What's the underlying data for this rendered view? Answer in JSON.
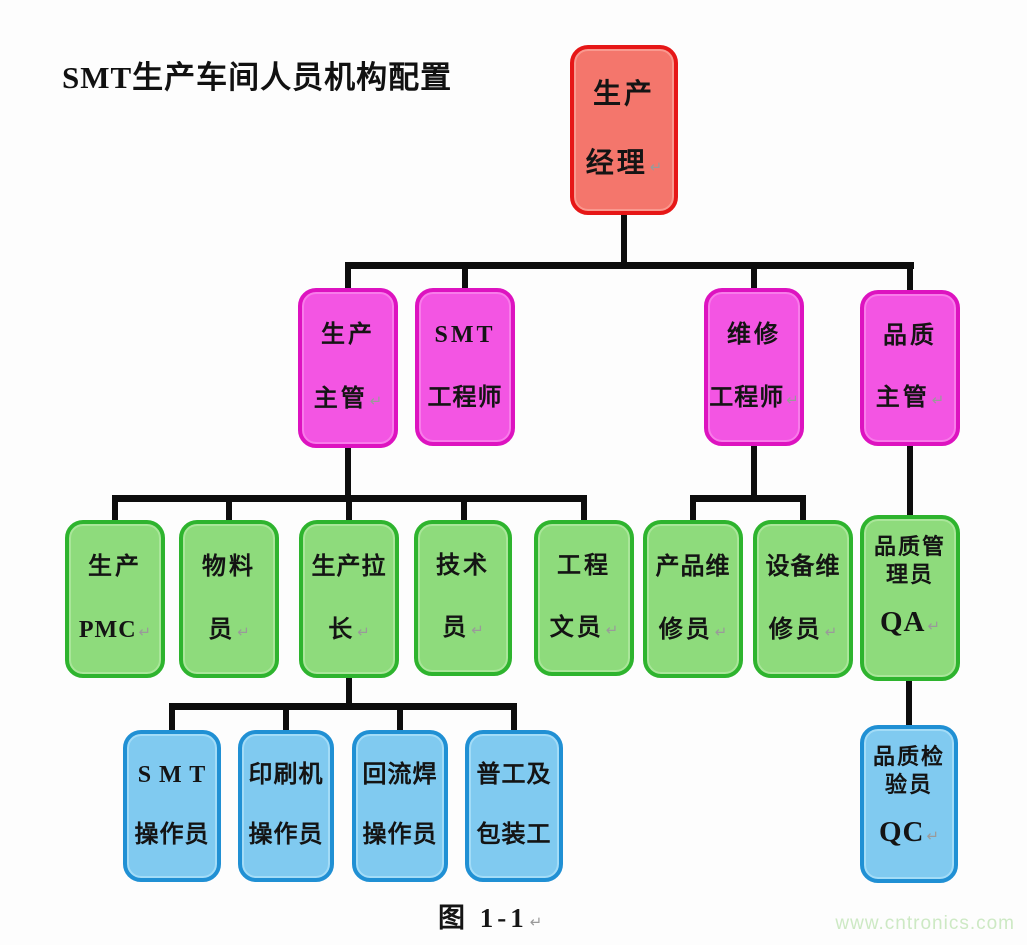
{
  "title": "SMT生产车间人员机构配置",
  "caption": "图 1-1",
  "caption_mark": "↵",
  "watermark": "www.cntronics.com",
  "colors": {
    "level1_fill": "#f4766c",
    "level1_border": "#e61717",
    "level2_fill": "#f355e3",
    "level2_border": "#dd13c0",
    "level3_fill": "#8edb7c",
    "level3_border": "#2eb42e",
    "level4_fill": "#80caf0",
    "level4_border": "#2090d4",
    "connector": "#0d0d0d",
    "watermark_text": "#cde9c4"
  },
  "nodes": [
    {
      "id": "production-manager",
      "level": 1,
      "label": "生产经理",
      "lines": [
        "生产",
        "经理"
      ],
      "mark": "↵",
      "parent": null
    },
    {
      "id": "production-supervisor",
      "level": 2,
      "label": "生产主管",
      "lines": [
        "生产",
        "主管"
      ],
      "mark": "↵",
      "parent": "production-manager"
    },
    {
      "id": "smt-engineer",
      "level": 2,
      "label": "SMT工程师",
      "lines": [
        "SMT",
        "工程师"
      ],
      "parent": "production-manager"
    },
    {
      "id": "maintenance-engineer",
      "level": 2,
      "label": "维修工程师",
      "lines": [
        "维修",
        "工程师"
      ],
      "mark": "↵",
      "parent": "production-manager"
    },
    {
      "id": "quality-supervisor",
      "level": 2,
      "label": "品质主管",
      "lines": [
        "品质",
        "主管"
      ],
      "mark": "↵",
      "parent": "production-manager"
    },
    {
      "id": "production-pmc",
      "level": 3,
      "label": "生产PMC",
      "lines": [
        "生产",
        "PMC"
      ],
      "mark": "↵",
      "parent": "production-supervisor"
    },
    {
      "id": "material-clerk",
      "level": 3,
      "label": "物料员",
      "lines": [
        "物料",
        "员"
      ],
      "mark": "↵",
      "parent": "production-supervisor"
    },
    {
      "id": "line-leader",
      "level": 3,
      "label": "生产拉长",
      "lines": [
        "生产拉",
        "长"
      ],
      "mark": "↵",
      "parent": "production-supervisor"
    },
    {
      "id": "technician",
      "level": 3,
      "label": "技术员",
      "lines": [
        "技术",
        "员"
      ],
      "mark": "↵",
      "parent": "production-supervisor"
    },
    {
      "id": "engineering-clerk",
      "level": 3,
      "label": "工程文员",
      "lines": [
        "工程",
        "文员"
      ],
      "mark": "↵",
      "parent": "production-supervisor"
    },
    {
      "id": "product-repair",
      "level": 3,
      "label": "产品维修员",
      "lines": [
        "产品维",
        "修员"
      ],
      "mark": "↵",
      "parent": "maintenance-engineer"
    },
    {
      "id": "equipment-repair",
      "level": 3,
      "label": "设备维修员",
      "lines": [
        "设备维",
        "修员"
      ],
      "mark": "↵",
      "parent": "maintenance-engineer"
    },
    {
      "id": "qa",
      "level": 3,
      "label": "品质管理员QA",
      "lines": [
        "品质管",
        "理员",
        "QA"
      ],
      "mark": "↵",
      "parent": "quality-supervisor"
    },
    {
      "id": "smt-operator",
      "level": 4,
      "label": "SMT操作员",
      "lines": [
        "S M T",
        "操作员"
      ],
      "parent": "line-leader"
    },
    {
      "id": "printer-operator",
      "level": 4,
      "label": "印刷机操作员",
      "lines": [
        "印刷机",
        "操作员"
      ],
      "parent": "line-leader"
    },
    {
      "id": "reflow-operator",
      "level": 4,
      "label": "回流焊操作员",
      "lines": [
        "回流焊",
        "操作员"
      ],
      "parent": "line-leader"
    },
    {
      "id": "general-packer",
      "level": 4,
      "label": "普工及包装工",
      "lines": [
        "普工及",
        "包装工"
      ],
      "parent": "line-leader"
    },
    {
      "id": "qc",
      "level": 4,
      "label": "品质检验员QC",
      "lines": [
        "品质检",
        "验员",
        "QC"
      ],
      "mark": "↵",
      "parent": "qa"
    }
  ]
}
